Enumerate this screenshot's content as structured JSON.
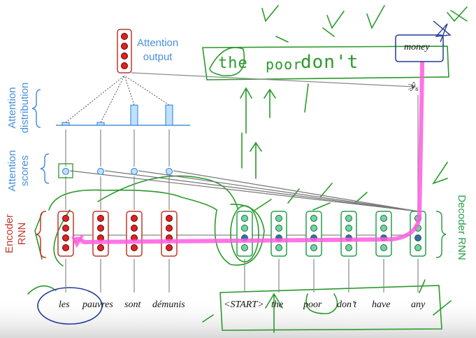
{
  "labels": {
    "attention_output": [
      "Attention",
      "output"
    ],
    "attention_distribution": [
      "Attention",
      "distribution"
    ],
    "attention_scores": [
      "Attention",
      "scores"
    ],
    "encoder_rnn": [
      "Encoder",
      "RNN"
    ],
    "decoder_rnn": "Decoder RNN",
    "y_hat": "ŷ₆",
    "output_word": "money"
  },
  "source_words": [
    "les",
    "pauvres",
    "sont",
    "démunis"
  ],
  "target_words": [
    "<START>",
    "the",
    "poor",
    "don’t",
    "have",
    "any"
  ],
  "handwritten": {
    "phrase1": "the",
    "phrase2": "poor",
    "phrase3": "don't"
  },
  "attention_distribution": [
    0.05,
    0.05,
    0.6,
    0.6
  ],
  "colors": {
    "encoder": "#c0392b",
    "decoder": "#27a048",
    "attention": "#4a90d9",
    "annotation": "#ff5ce0",
    "ink": "#2a9a2a"
  }
}
